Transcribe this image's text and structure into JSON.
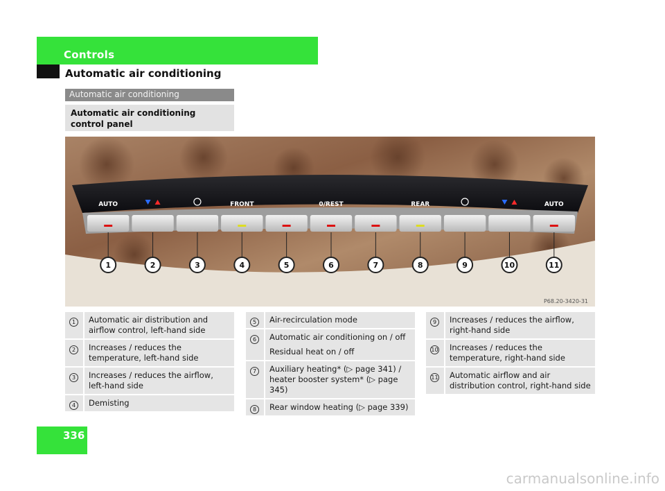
{
  "header": {
    "section": "Controls",
    "title": "Automatic air conditioning"
  },
  "subheaders": {
    "topic": "Automatic air conditioning",
    "heading": "Automatic air conditioning control panel"
  },
  "photo": {
    "buttons": [
      "AUTO",
      "",
      "",
      "FRONT",
      "",
      "0/REST",
      "",
      "REAR",
      "",
      "",
      "AUTO"
    ],
    "callouts": [
      "1",
      "2",
      "3",
      "4",
      "5",
      "6",
      "7",
      "8",
      "9",
      "10",
      "11"
    ],
    "ref_code": "P68.20-3420-31"
  },
  "legend": [
    {
      "items": [
        {
          "num": "1",
          "lines": [
            "Automatic air distribution and airflow control, left-hand side"
          ]
        },
        {
          "num": "2",
          "lines": [
            "Increases / reduces the temperature, left-hand side"
          ]
        },
        {
          "num": "3",
          "lines": [
            "Increases / reduces the airflow, left-hand side"
          ]
        },
        {
          "num": "4",
          "lines": [
            "Demisting"
          ]
        }
      ]
    },
    {
      "items": [
        {
          "num": "5",
          "lines": [
            "Air-recirculation mode"
          ]
        },
        {
          "num": "6",
          "lines": [
            "Automatic air conditioning on / off",
            "Residual heat on / off"
          ]
        },
        {
          "num": "7",
          "lines": [
            "Auxiliary heating* (▷ page 341) / heater booster system* (▷ page 345)"
          ]
        },
        {
          "num": "8",
          "lines": [
            "Rear window heating (▷ page 339)"
          ]
        }
      ]
    },
    {
      "items": [
        {
          "num": "9",
          "lines": [
            "Increases / reduces the airflow, right-hand side"
          ]
        },
        {
          "num": "10",
          "lines": [
            "Increases / reduces the temperature, right-hand side"
          ]
        },
        {
          "num": "11",
          "lines": [
            "Automatic airflow and air distribution control, right-hand side"
          ]
        }
      ]
    }
  ],
  "page_number": "336",
  "watermark": "carmanualsonline.info"
}
